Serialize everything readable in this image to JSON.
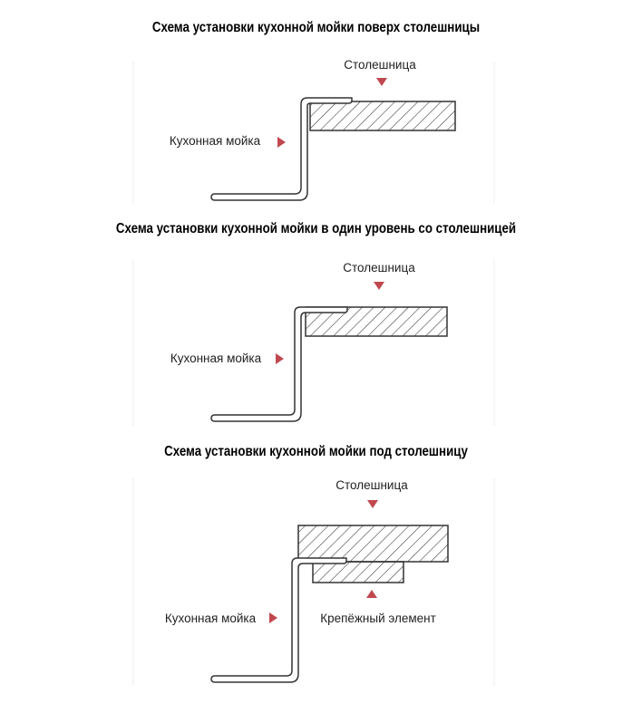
{
  "diagrams": [
    {
      "title": "Схема установки кухонной мойки поверх столешницы",
      "countertop_label": "Столешница",
      "sink_label": "Кухонная мойка"
    },
    {
      "title": "Схема установки кухонной мойки в один уровень со столешницей",
      "countertop_label": "Столешница",
      "sink_label": "Кухонная мойка"
    },
    {
      "title": "Схема установки кухонной мойки под столешницу",
      "countertop_label": "Столешница",
      "sink_label": "Кухонная мойка",
      "fastener_label": "Крепёжный элемент"
    }
  ],
  "colors": {
    "arrow": "#c0484f",
    "line": "#333333",
    "sink_fill": "#ffffff"
  }
}
